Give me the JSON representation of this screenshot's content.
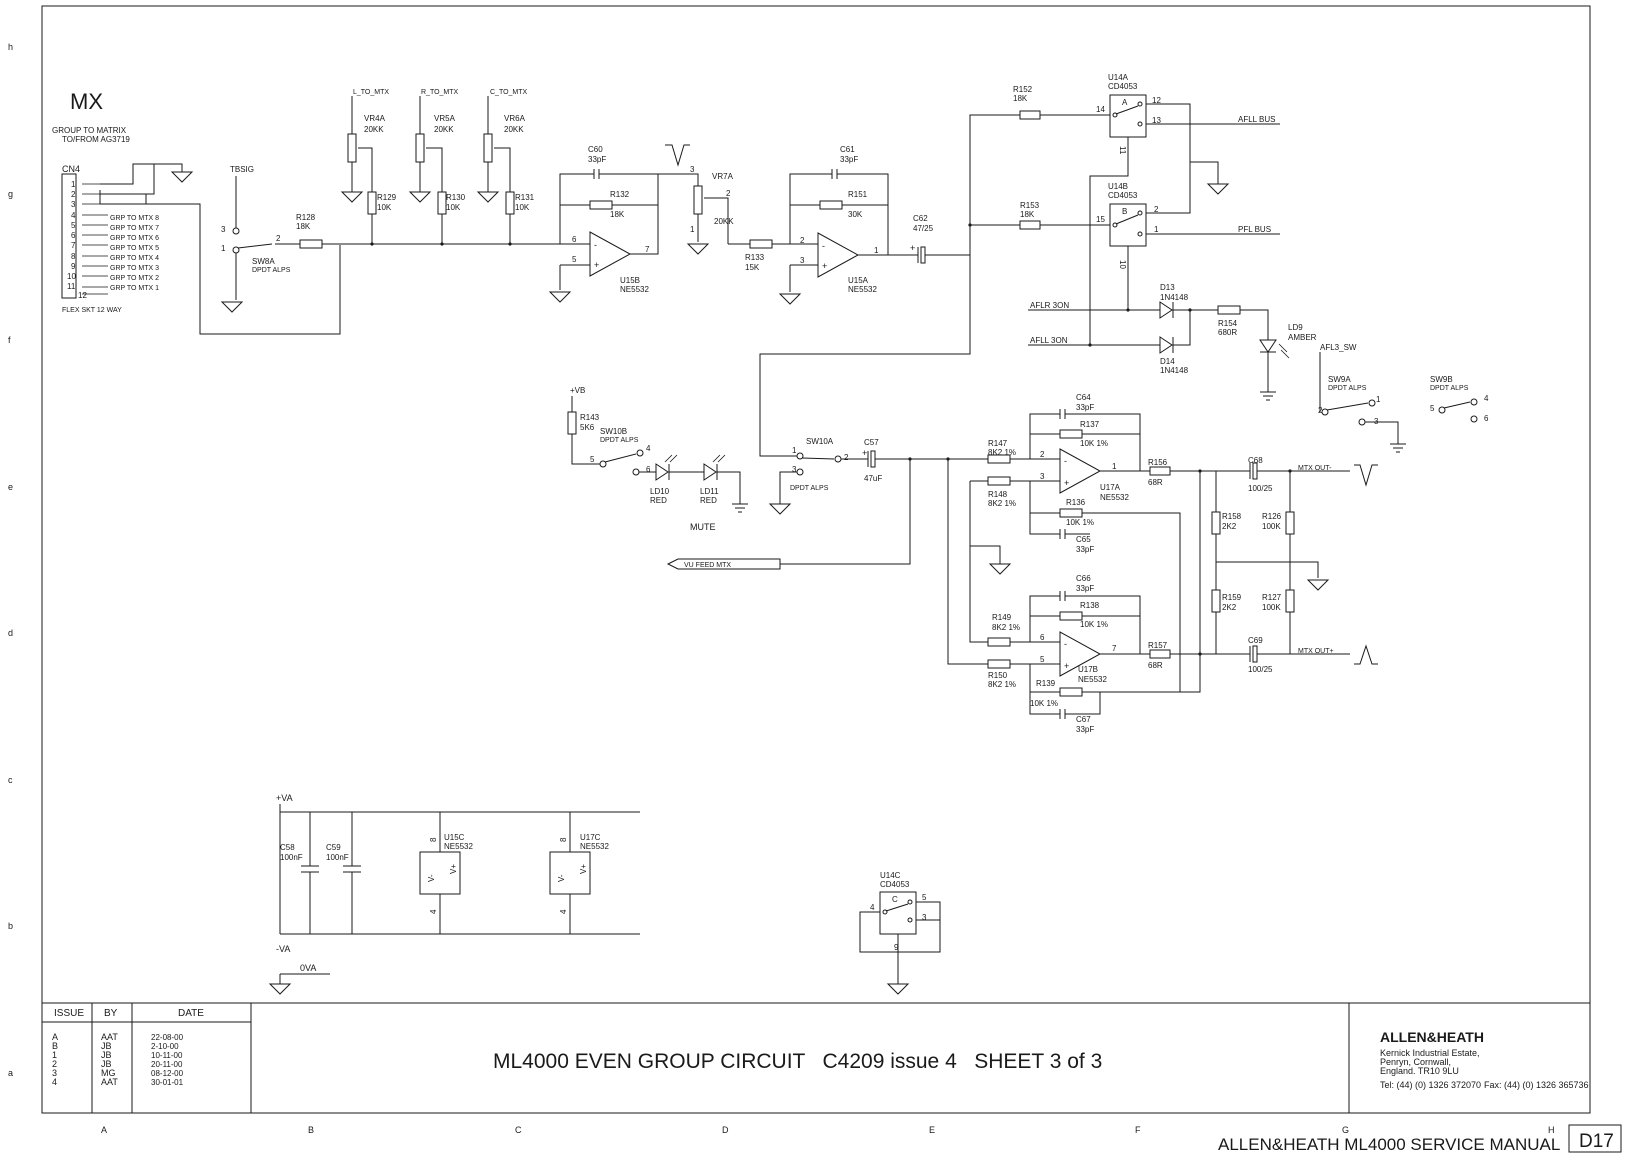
{
  "drawing": {
    "title": "ML4000 EVEN GROUP CIRCUIT   C4209 issue 4   SHEET 3 of 3",
    "footer": "ALLEN&HEATH ML4000 SERVICE MANUAL",
    "page_code": "D17",
    "section_label": "MX",
    "section_sub1": "GROUP TO MATRIX",
    "section_sub2": "TO/FROM AG3719"
  },
  "company": {
    "name": "ALLEN&HEATH",
    "addr1": "Kernick Industrial Estate,",
    "addr2": "Penryn, Cornwall,",
    "addr3": "England. TR10 9LU",
    "tel": "Tel: (44) (0) 1326 372070",
    "fax": "Fax: (44) (0) 1326 365736"
  },
  "revisions": {
    "headers": [
      "ISSUE",
      "BY",
      "DATE"
    ],
    "rows": [
      [
        "A",
        "AAT",
        "22-08-00"
      ],
      [
        "B",
        "JB",
        "2-10-00"
      ],
      [
        "1",
        "JB",
        "10-11-00"
      ],
      [
        "2",
        "JB",
        "20-11-00"
      ],
      [
        "3",
        "MG",
        "08-12-00"
      ],
      [
        "4",
        "AAT",
        "30-01-01"
      ]
    ]
  },
  "grid": {
    "rows": [
      "h",
      "g",
      "f",
      "e",
      "d",
      "c",
      "b",
      "a"
    ],
    "cols": [
      "A",
      "B",
      "C",
      "D",
      "E",
      "F",
      "G",
      "H"
    ]
  },
  "connector": {
    "ref": "CN4",
    "footer": "FLEX SKT 12 WAY",
    "pins": [
      "1",
      "2",
      "3",
      "4",
      "5",
      "6",
      "7",
      "8",
      "9",
      "10",
      "11",
      "12"
    ],
    "signals": [
      "GRP TO MTX 8",
      "GRP TO MTX 7",
      "GRP TO MTX 6",
      "GRP TO MTX 5",
      "GRP TO MTX 4",
      "GRP TO MTX 3",
      "GRP TO MTX 2",
      "GRP TO MTX 1"
    ]
  },
  "nets": {
    "tbsig": "TBSIG",
    "l_to_mtx": "L_TO_MTX",
    "r_to_mtx": "R_TO_MTX",
    "c_to_mtx": "C_TO_MTX",
    "afll_bus": "AFLL BUS",
    "pfl_bus": "PFL BUS",
    "aflr_3on": "AFLR 3ON",
    "afll_3on": "AFLL 3ON",
    "afl3_sw": "AFL3_SW",
    "vb": "+VB",
    "mute": "MUTE",
    "vu_feed": "VU FEED MTX",
    "mtx_out_minus": "MTX OUT-",
    "mtx_out_plus": "MTX OUT+",
    "va_plus": "+VA",
    "va_minus": "-VA",
    "zero_va": "0VA"
  },
  "components": {
    "sw8a": {
      "ref": "SW8A",
      "value": "DPDT ALPS"
    },
    "r128": {
      "ref": "R128",
      "value": "18K"
    },
    "vr4a": {
      "ref": "VR4A",
      "value": "20KK"
    },
    "vr5a": {
      "ref": "VR5A",
      "value": "20KK"
    },
    "vr6a": {
      "ref": "VR6A",
      "value": "20KK"
    },
    "r129": {
      "ref": "R129",
      "value": "10K"
    },
    "r130": {
      "ref": "R130",
      "value": "10K"
    },
    "r131": {
      "ref": "R131",
      "value": "10K"
    },
    "c60": {
      "ref": "C60",
      "value": "33pF"
    },
    "r132": {
      "ref": "R132",
      "value": "18K"
    },
    "u15b": {
      "ref": "U15B",
      "value": "NE5532"
    },
    "vr7a": {
      "ref": "VR7A",
      "value": "20KK"
    },
    "r133": {
      "ref": "R133",
      "value": "15K"
    },
    "c61": {
      "ref": "C61",
      "value": "33pF"
    },
    "r151": {
      "ref": "R151",
      "value": "30K"
    },
    "u15a": {
      "ref": "U15A",
      "value": "NE5532"
    },
    "c62": {
      "ref": "C62",
      "value": "47/25"
    },
    "r152": {
      "ref": "R152",
      "value": "18K"
    },
    "r153": {
      "ref": "R153",
      "value": "18K"
    },
    "u14a": {
      "ref": "U14A",
      "value": "CD4053",
      "ch": "A"
    },
    "u14b": {
      "ref": "U14B",
      "value": "CD4053",
      "ch": "B"
    },
    "u14c": {
      "ref": "U14C",
      "value": "CD4053",
      "ch": "C"
    },
    "d13": {
      "ref": "D13",
      "value": "1N4148"
    },
    "d14": {
      "ref": "D14",
      "value": "1N4148"
    },
    "r154": {
      "ref": "R154",
      "value": "680R"
    },
    "ld9": {
      "ref": "LD9",
      "value": "AMBER"
    },
    "sw9a": {
      "ref": "SW9A",
      "value": "DPDT ALPS"
    },
    "sw9b": {
      "ref": "SW9B",
      "value": "DPDT ALPS"
    },
    "r143": {
      "ref": "R143",
      "value": "5K6"
    },
    "sw10b": {
      "ref": "SW10B",
      "value": "DPDT ALPS"
    },
    "ld10": {
      "ref": "LD10",
      "value": "RED"
    },
    "ld11": {
      "ref": "LD11",
      "value": "RED"
    },
    "sw10a": {
      "ref": "SW10A",
      "value": "DPDT ALPS"
    },
    "c57": {
      "ref": "C57",
      "value": "47uF"
    },
    "c64": {
      "ref": "C64",
      "value": "33pF"
    },
    "r137": {
      "ref": "R137",
      "value": "10K 1%"
    },
    "r147": {
      "ref": "R147",
      "value": "8K2 1%"
    },
    "r148": {
      "ref": "R148",
      "value": "8K2 1%"
    },
    "u17a": {
      "ref": "U17A",
      "value": "NE5532"
    },
    "r136": {
      "ref": "R136",
      "value": "10K 1%"
    },
    "c65": {
      "ref": "C65",
      "value": "33pF"
    },
    "r156": {
      "ref": "R156",
      "value": "68R"
    },
    "c68": {
      "ref": "C68",
      "value": "100/25"
    },
    "r158": {
      "ref": "R158",
      "value": "2K2"
    },
    "r126": {
      "ref": "R126",
      "value": "100K"
    },
    "r159": {
      "ref": "R159",
      "value": "2K2"
    },
    "r127": {
      "ref": "R127",
      "value": "100K"
    },
    "c66": {
      "ref": "C66",
      "value": "33pF"
    },
    "r138": {
      "ref": "R138",
      "value": "10K 1%"
    },
    "r149": {
      "ref": "R149",
      "value": "8K2 1%"
    },
    "r150": {
      "ref": "R150",
      "value": "8K2 1%"
    },
    "u17b": {
      "ref": "U17B",
      "value": "NE5532"
    },
    "r157": {
      "ref": "R157",
      "value": "68R"
    },
    "c69": {
      "ref": "C69",
      "value": "100/25"
    },
    "r139": {
      "ref": "R139",
      "value": "10K 1%"
    },
    "c67": {
      "ref": "C67",
      "value": "33pF"
    },
    "c58": {
      "ref": "C58",
      "value": "100nF"
    },
    "c59": {
      "ref": "C59",
      "value": "100nF"
    },
    "u15c": {
      "ref": "U15C",
      "value": "NE5532"
    },
    "u17c": {
      "ref": "U17C",
      "value": "NE5532"
    }
  },
  "pin_numbers": {
    "p1": "1",
    "p2": "2",
    "p3": "3",
    "p4": "4",
    "p5": "5",
    "p6": "6",
    "p7": "7",
    "p8": "8",
    "p9": "9",
    "p10": "10",
    "p11": "11",
    "p12": "12",
    "p13": "13",
    "p14": "14",
    "p15": "15",
    "plus": "+",
    "minus": "-",
    "vplus": "V+",
    "vminus": "V-"
  }
}
